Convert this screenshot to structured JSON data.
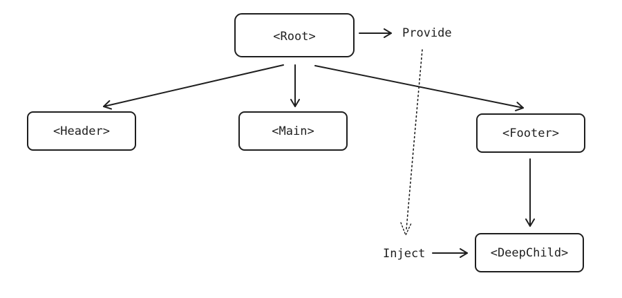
{
  "colors": {
    "stroke": "#1e1e1e",
    "background": "#ffffff"
  },
  "nodes": {
    "root": {
      "label": "<Root>"
    },
    "header": {
      "label": "<Header>"
    },
    "main": {
      "label": "<Main>"
    },
    "footer": {
      "label": "<Footer>"
    },
    "deepchild": {
      "label": "<DeepChild>"
    }
  },
  "labels": {
    "provide": "Provide",
    "inject": "Inject"
  }
}
